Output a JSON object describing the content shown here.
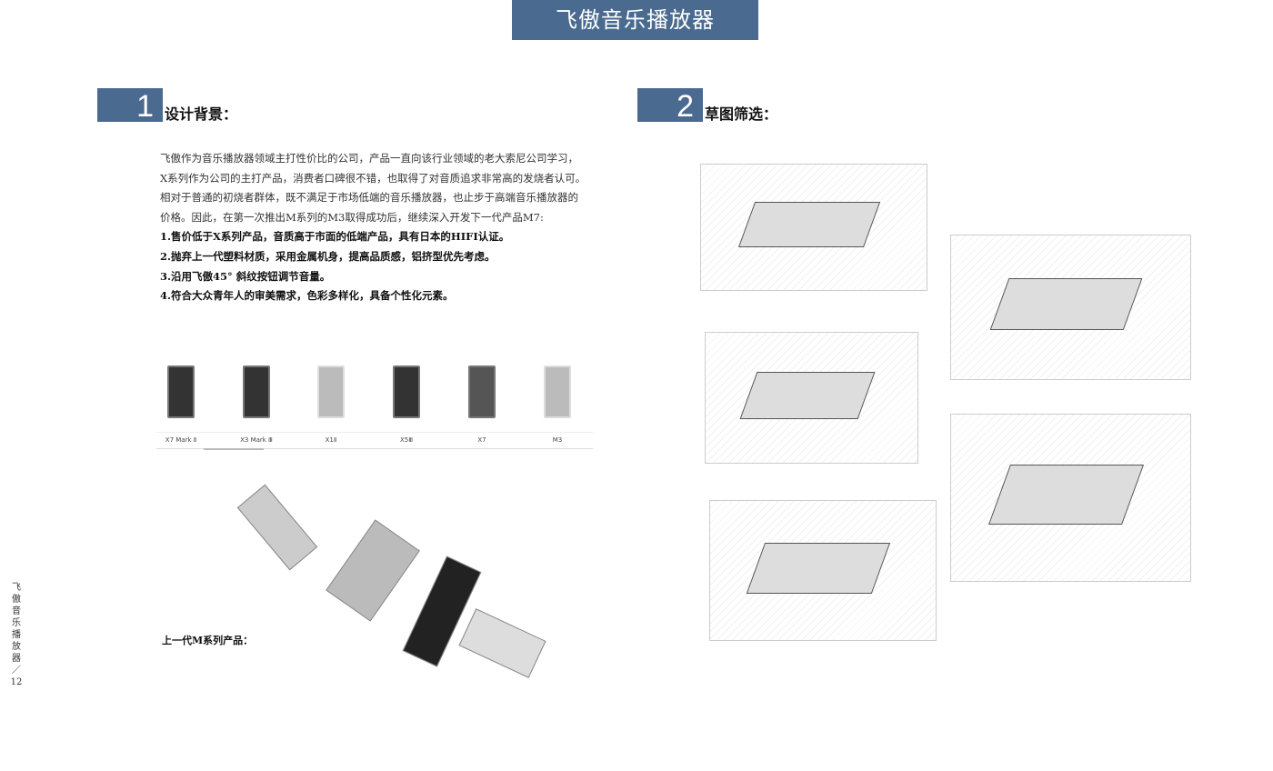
{
  "header": {
    "title": "飞傲音乐播放器"
  },
  "section1": {
    "number": "1",
    "label": "设计背景："
  },
  "section2": {
    "number": "2",
    "label": "草图筛选："
  },
  "body": {
    "paragraphs": [
      "飞傲作为音乐播放器领域主打性价比的公司，产品一直向该行业领域的老大索尼公司学习，",
      "X系列作为公司的主打产品，消费者口碑很不错，也取得了对音质追求非常高的发烧者认可。",
      "相对于普通的初烧者群体，既不满足于市场低端的音乐播放器，也止步于高端音乐播放器的",
      "价格。因此，在第一次推出M系列的M3取得成功后，继续深入开发下一代产品M7:"
    ],
    "points": [
      "1.售价低于X系列产品，音质高于市面的低端产品，具有日本的HIFI认证。",
      "2.抛弃上一代塑料材质，采用金属机身，提高品质感，铝挤型优先考虑。",
      "3.沿用飞傲45° 斜纹按钮调节音量。",
      "4.符合大众青年人的审美需求，色彩多样化，具备个性化元素。"
    ]
  },
  "products": [
    "X7 Mark Ⅱ",
    "X3 Mark Ⅲ",
    "X1Ⅱ",
    "X5Ⅲ",
    "X7",
    "M3"
  ],
  "caption": "上一代M系列产品：",
  "side": {
    "text": "飞傲音乐播放器",
    "sep": "／",
    "page": "12"
  }
}
